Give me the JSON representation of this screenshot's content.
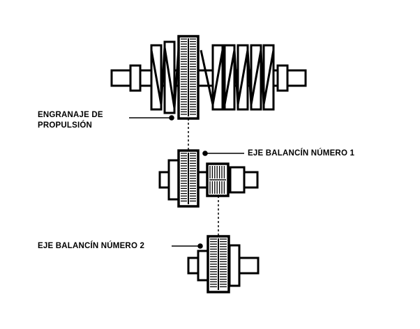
{
  "labels": {
    "drive_gear_line1": "ENGRANAJE DE",
    "drive_gear_line2": "PROPULSIÓN",
    "balance_shaft_1": "EJE BALANCÍN NÚMERO 1",
    "balance_shaft_2": "EJE BALANCÍN NÚMERO 2"
  },
  "colors": {
    "ink": "#000000",
    "paper": "#ffffff"
  }
}
